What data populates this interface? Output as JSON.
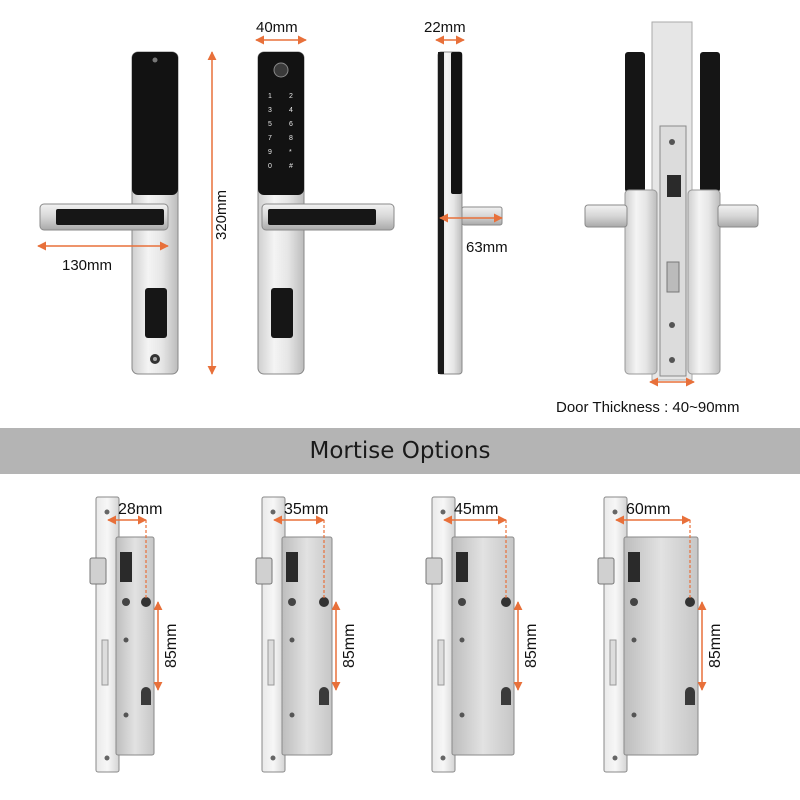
{
  "dimensions": {
    "width": "40mm",
    "depth": "22mm",
    "height": "320mm",
    "handle_length": "130mm",
    "handle_projection": "63mm",
    "door_thickness": "Door Thickness : 40~90mm"
  },
  "section_title": "Mortise Options",
  "mortise_options": [
    {
      "backset": "28mm",
      "center": "85mm"
    },
    {
      "backset": "35mm",
      "center": "85mm"
    },
    {
      "backset": "45mm",
      "center": "85mm"
    },
    {
      "backset": "60mm",
      "center": "85mm"
    }
  ],
  "keypad": {
    "keys": [
      "1",
      "2",
      "3",
      "4",
      "5",
      "6",
      "7",
      "8",
      "9",
      "*",
      "0",
      "#"
    ]
  },
  "colors": {
    "dimension_line": "#e8703a",
    "banner": "#b4b4b4",
    "lock_body": "#111111",
    "metal": "#d9d9d9"
  }
}
